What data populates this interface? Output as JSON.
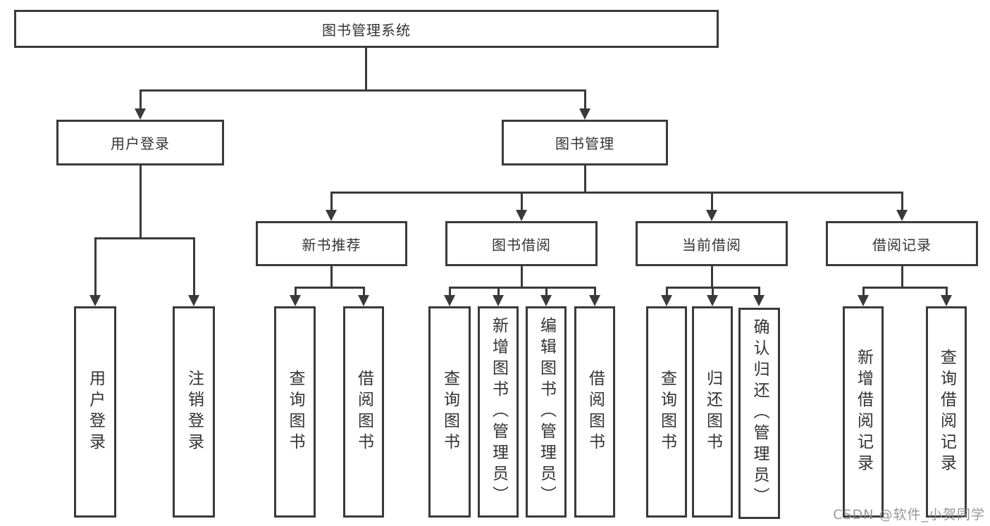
{
  "tree": {
    "root": {
      "label": "图书管理系统"
    },
    "branches": [
      {
        "label": "用户登录",
        "children": [
          {
            "label": "用户登录"
          },
          {
            "label": "注销登录"
          }
        ]
      },
      {
        "label": "图书管理",
        "children": [
          {
            "label": "新书推荐",
            "children": [
              {
                "label": "查询图书"
              },
              {
                "label": "借阅图书"
              }
            ]
          },
          {
            "label": "图书借阅",
            "children": [
              {
                "label": "查询图书"
              },
              {
                "label": "新增图书（管理员）"
              },
              {
                "label": "编辑图书（管理员）"
              },
              {
                "label": "借阅图书"
              }
            ]
          },
          {
            "label": "当前借阅",
            "children": [
              {
                "label": "查询图书"
              },
              {
                "label": "归还图书"
              },
              {
                "label": "确认归还（管理员）"
              }
            ]
          },
          {
            "label": "借阅记录",
            "children": [
              {
                "label": "新增借阅记录"
              },
              {
                "label": "查询借阅记录"
              }
            ]
          }
        ]
      }
    ]
  },
  "watermark": "CSDN @软件_小贺同学",
  "colors": {
    "line": "#3a3a3a",
    "text": "#333333",
    "background": "#ffffff",
    "watermark": "#8c8c8c"
  }
}
